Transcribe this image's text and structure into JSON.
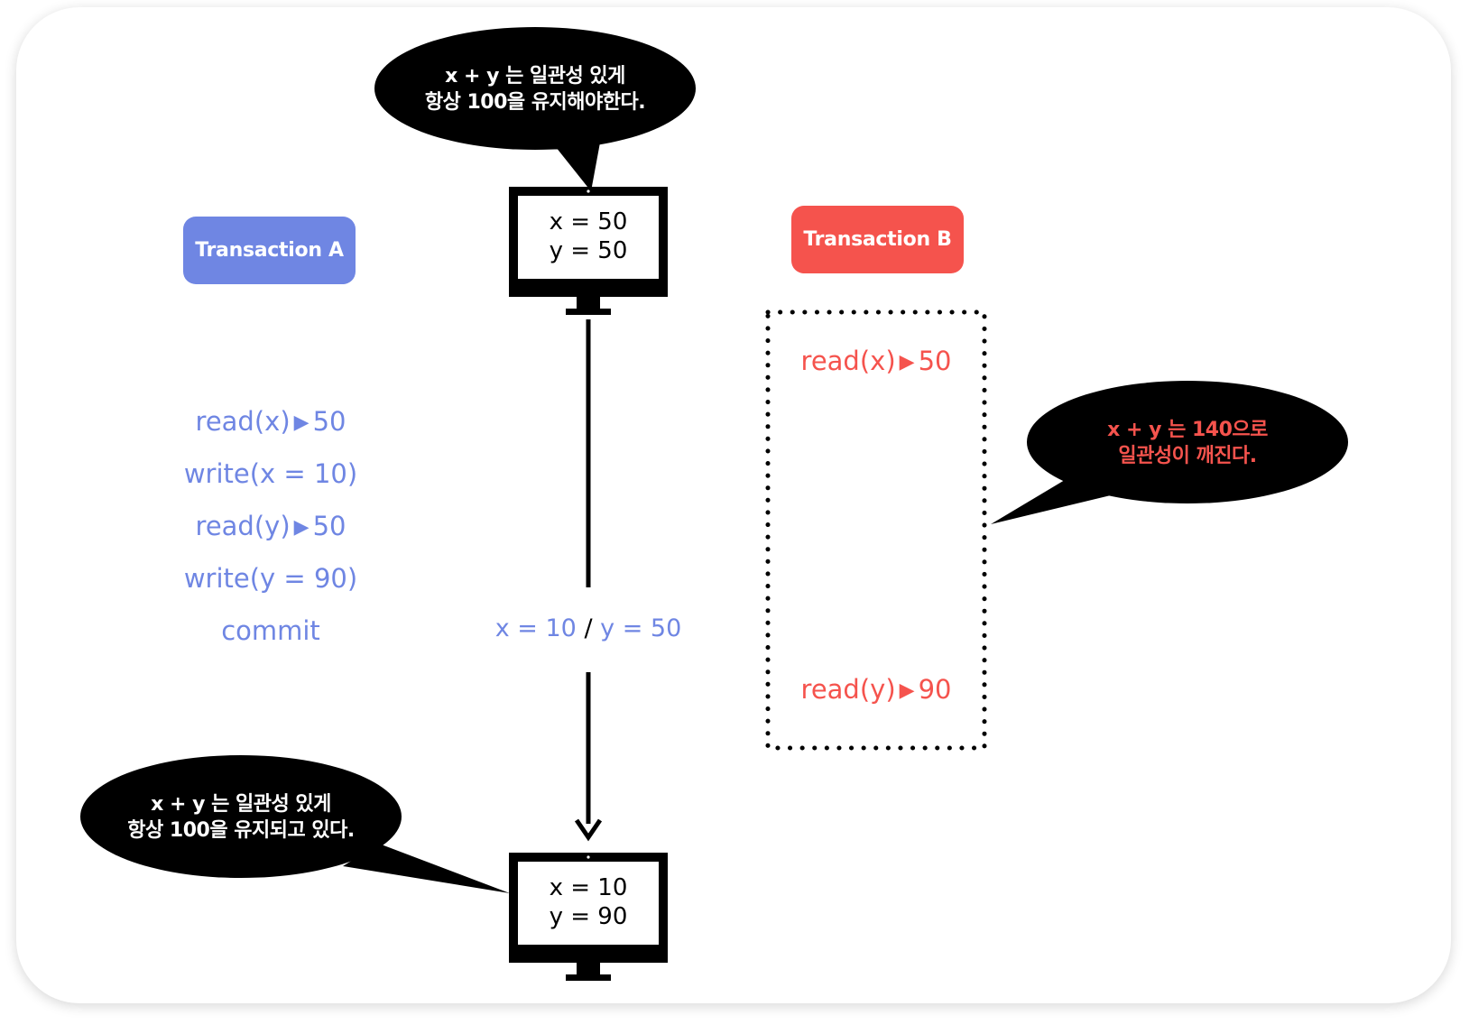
{
  "colors": {
    "transaction_a": "#6f86e3",
    "transaction_b": "#f5534d",
    "bubble": "#000000"
  },
  "transaction_a": {
    "label": "Transaction A",
    "ops": [
      {
        "text": "read(x)",
        "arrow": "▶",
        "result": "50"
      },
      {
        "text": "write(x = 10)"
      },
      {
        "text": "read(y)",
        "arrow": "▶",
        "result": "50"
      },
      {
        "text": "write(y = 90)"
      },
      {
        "text": "commit"
      }
    ]
  },
  "transaction_b": {
    "label": "Transaction B",
    "ops": [
      {
        "text": "read(x)",
        "arrow": "▶",
        "result": "50"
      },
      {
        "text": "read(y)",
        "arrow": "▶",
        "result": "90"
      }
    ]
  },
  "db_top": {
    "line1": "x = 50",
    "line2": "y = 50"
  },
  "db_bottom": {
    "line1": "x = 10",
    "line2": "y = 90"
  },
  "middle_state": {
    "x_part": "x = 10",
    "sep": "/",
    "y_part": "y = 50"
  },
  "bubbles": {
    "top": {
      "line1": "x + y 는 일관성 있게",
      "line2": "항상 100을 유지해야한다."
    },
    "right": {
      "line1": "x + y 는 140으로",
      "line2": "일관성이 깨진다."
    },
    "bottom": {
      "line1": "x + y 는 일관성 있게",
      "line2": "항상 100을 유지되고 있다."
    }
  }
}
